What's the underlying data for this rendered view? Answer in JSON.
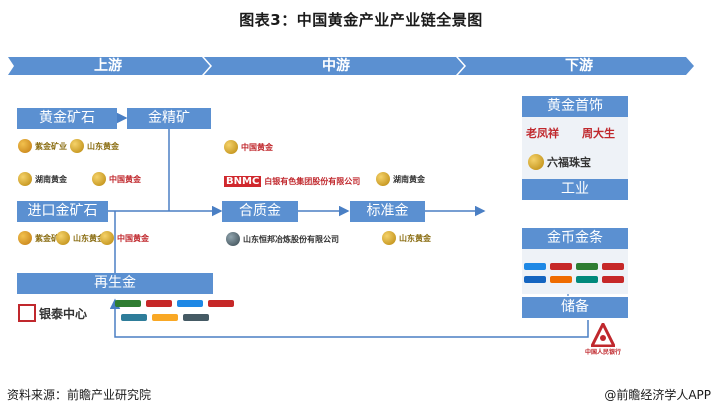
{
  "title": "图表3：中国黄金产业产业链全景图",
  "stages": {
    "upstream": "上游",
    "midstream": "中游",
    "downstream": "下游"
  },
  "boxes": {
    "gold_ore": "黄金矿石",
    "gold_concentrate": "金精矿",
    "imported_ore": "进口金矿石",
    "recycled_gold": "再生金",
    "alloy_gold": "合质金",
    "standard_gold": "标准金",
    "jewelry": "黄金首饰",
    "industry": "工业",
    "coins_bars": "金币金条",
    "reserves": "储备"
  },
  "logos": {
    "zijin": "紫金矿业",
    "shandong_gold": "山东黄金",
    "hunan_gold": "湖南黄金",
    "zhongjin": "中国黄金",
    "bnmc": "BNMC",
    "bnmc_name": "白银有色集团股份有限公司",
    "hengbang": "山东恒邦冶炼股份有限公司",
    "yintai": "银泰中心",
    "laofengxiang": "老凤祥",
    "chowtaiseng": "周大生",
    "liufu": "六福珠宝",
    "pboc": "中国人民银行"
  },
  "colors": {
    "accent": "#5b90d1",
    "arrow": "#4a7fc4"
  },
  "footer": {
    "source": "资料来源：前瞻产业研究院",
    "credit": "@前瞻经济学人APP"
  }
}
